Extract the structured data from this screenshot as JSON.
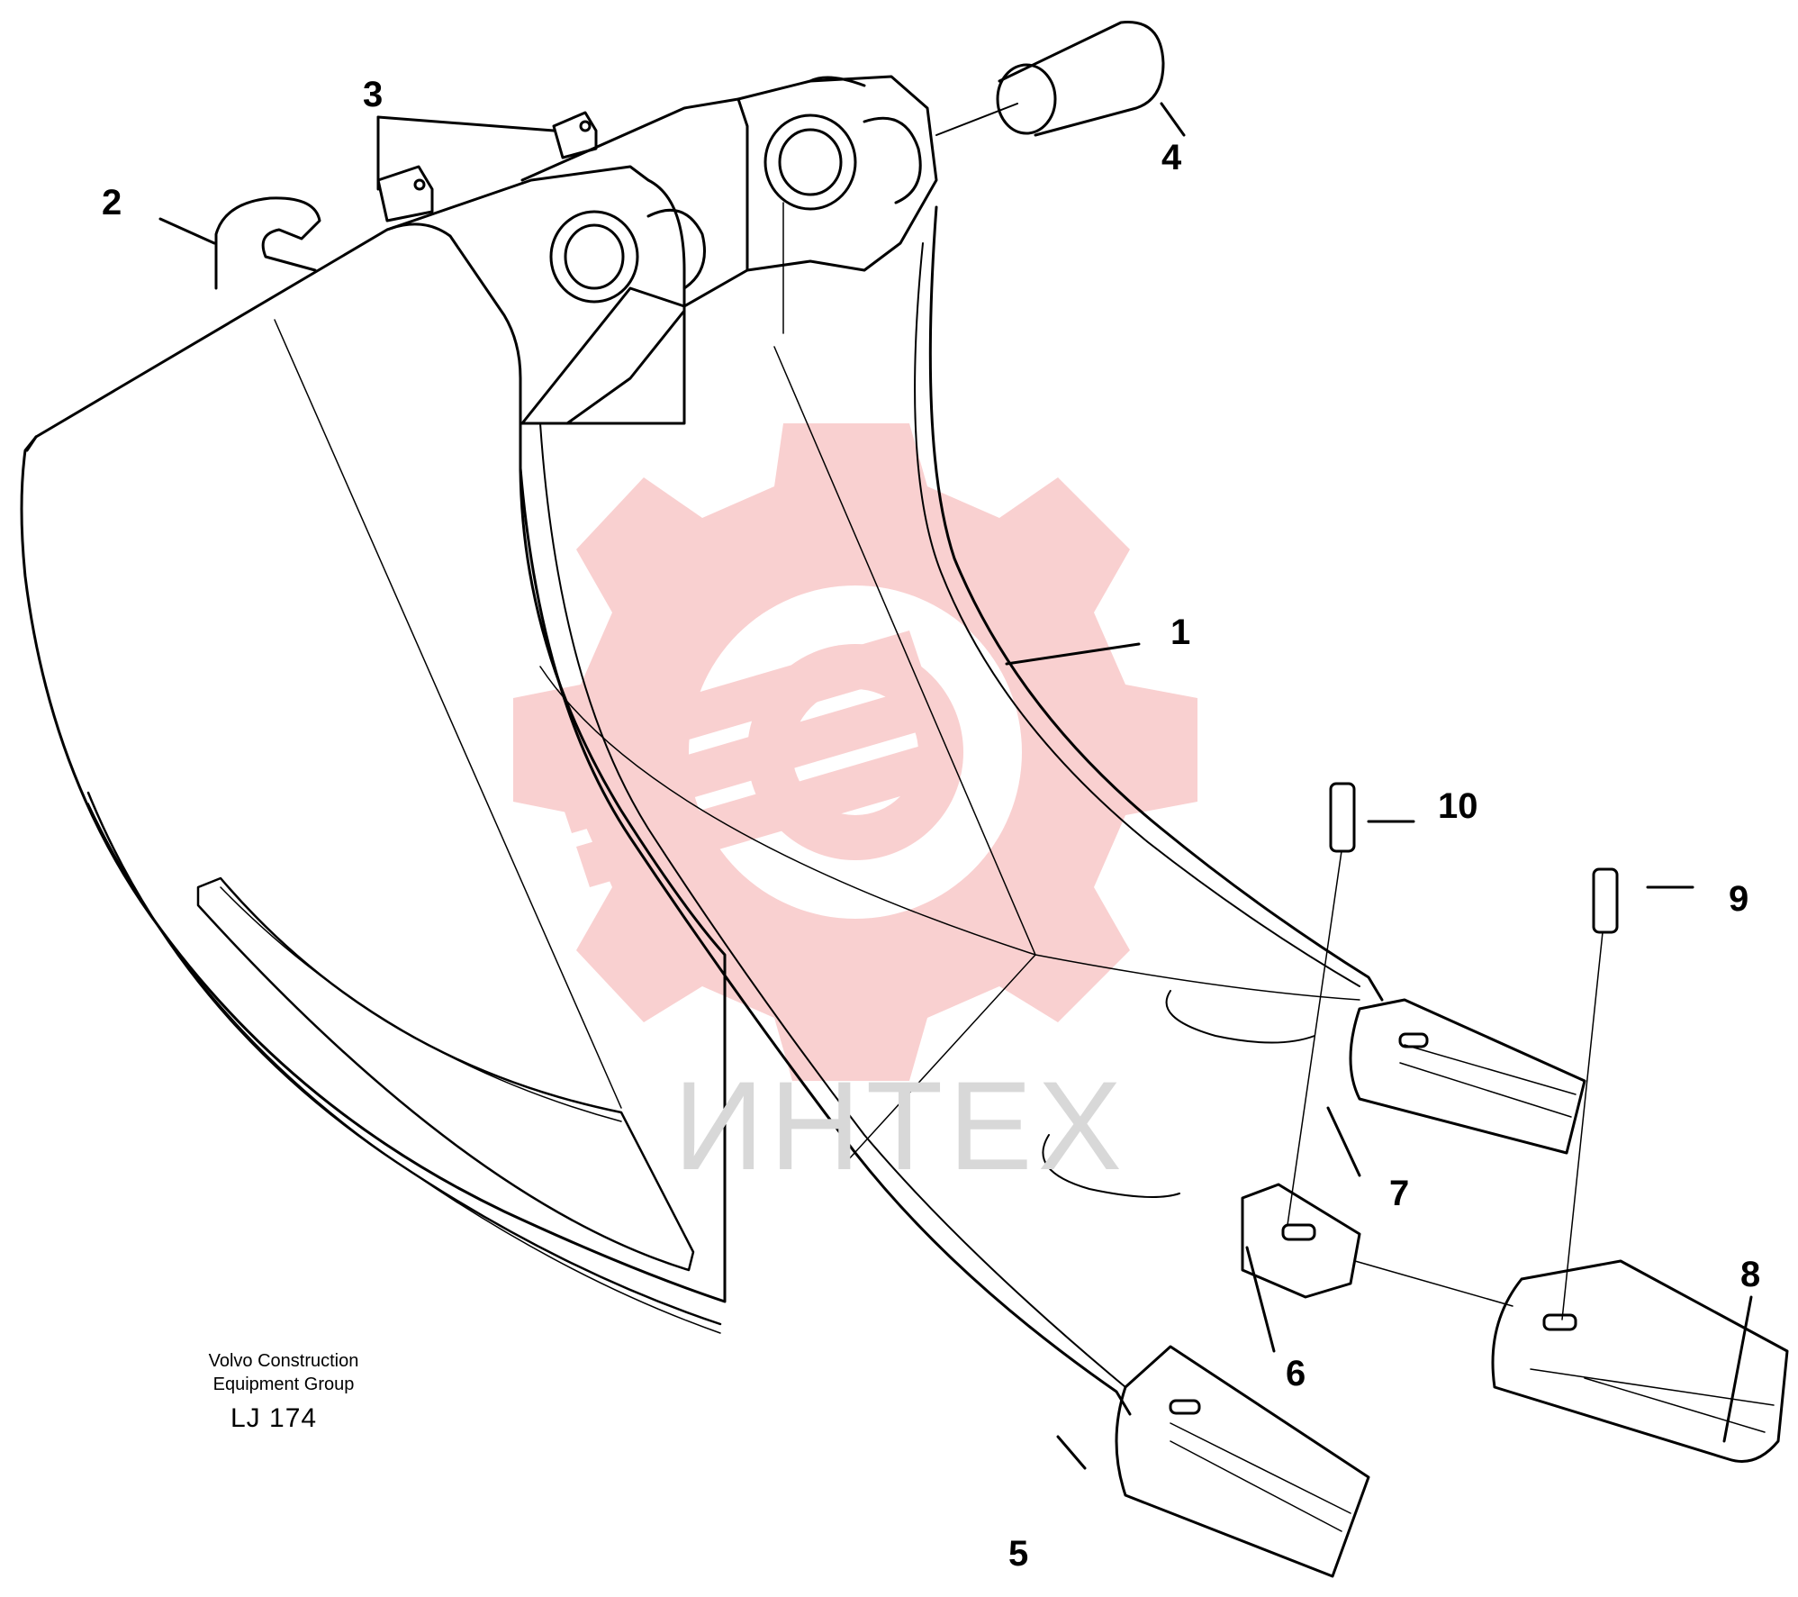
{
  "watermark": {
    "text": "ИНТЕХ",
    "gear_color": "#f9d0d0",
    "text_color": "#d8d8d8"
  },
  "callouts": [
    {
      "id": "1",
      "label": "1"
    },
    {
      "id": "2",
      "label": "2"
    },
    {
      "id": "3",
      "label": "3"
    },
    {
      "id": "4",
      "label": "4"
    },
    {
      "id": "5",
      "label": "5"
    },
    {
      "id": "6",
      "label": "6"
    },
    {
      "id": "7",
      "label": "7"
    },
    {
      "id": "8",
      "label": "8"
    },
    {
      "id": "9",
      "label": "9"
    },
    {
      "id": "10",
      "label": "10"
    }
  ],
  "credit": {
    "line1": "Volvo Construction",
    "line2": "Equipment Group",
    "code": "LJ 174"
  },
  "line_color": "#000000"
}
